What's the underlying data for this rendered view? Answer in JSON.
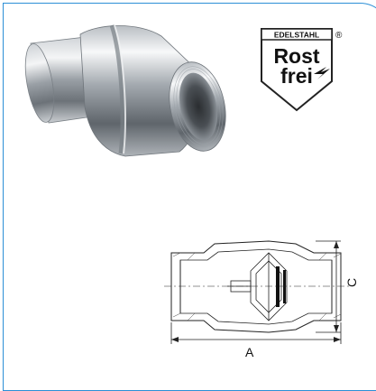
{
  "badge": {
    "top_text": "EDELSTAHL",
    "registered": "®",
    "line1": "Rost",
    "line2": "frei"
  },
  "dimensions": {
    "a_label": "A",
    "c_label": "C"
  },
  "colors": {
    "frame": "#2c8fd6",
    "steel_dark": "#5b6066",
    "steel_light": "#eef0f2"
  }
}
